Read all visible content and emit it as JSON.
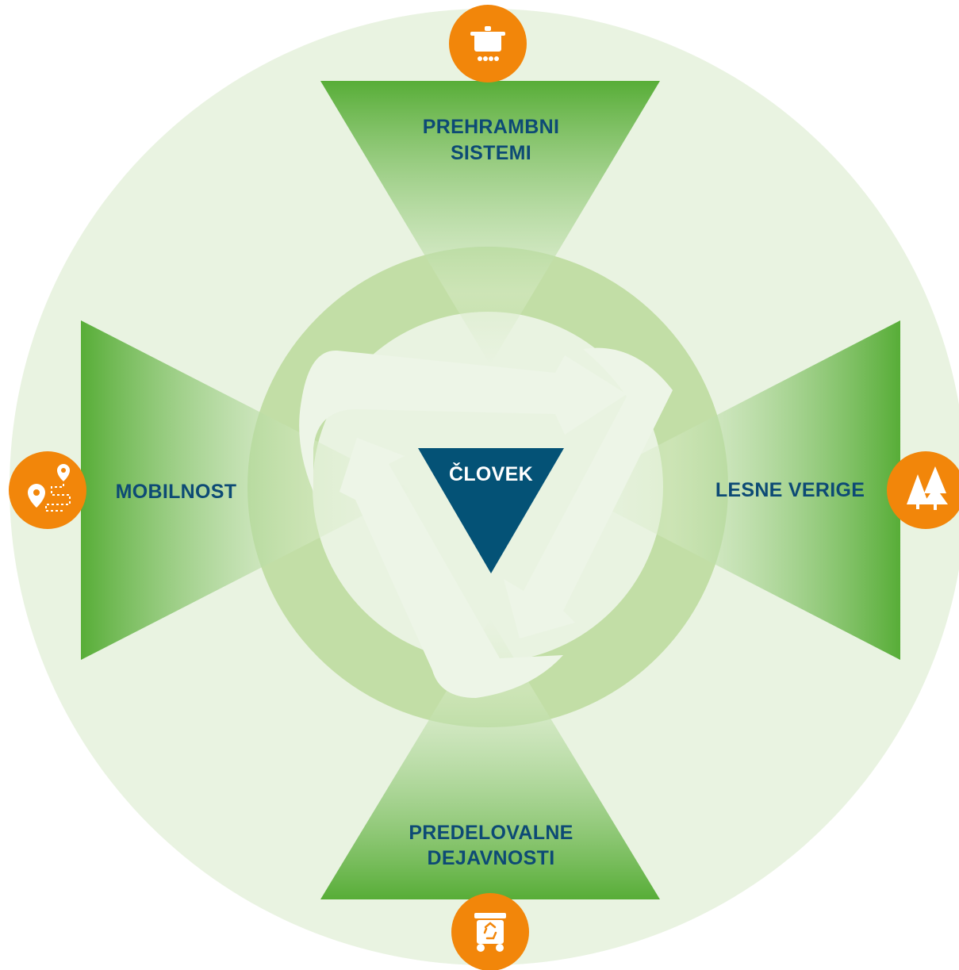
{
  "colors": {
    "background_circle": "#e9f3e1",
    "ring": "#c2dea6",
    "wedge_dark": "#57ad37",
    "wedge_light": "#d6eac4",
    "label_text": "#0d4a75",
    "center_triangle": "#045276",
    "center_text": "#ffffff",
    "icon_circle": "#f2860a",
    "arrow_fill": "#edf5e7"
  },
  "center": {
    "label": "ČLOVEK"
  },
  "sectors": {
    "top": {
      "line1": "PREHRAMBNI",
      "line2": "SISTEMI",
      "icon": "cooking-pot-icon"
    },
    "left": {
      "line1": "MOBILNOST",
      "icon": "route-map-pin-icon"
    },
    "right": {
      "line1": "LESNE VERIGE",
      "icon": "trees-icon"
    },
    "bottom": {
      "line1": "PREDELOVALNE",
      "line2": "DEJAVNOSTI",
      "icon": "recycling-bin-icon"
    }
  }
}
